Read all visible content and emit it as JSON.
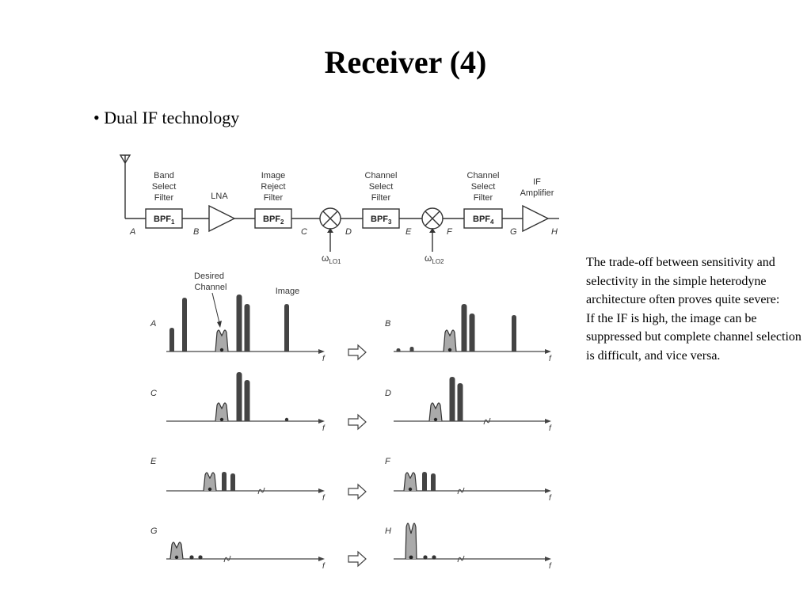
{
  "slide": {
    "title": "Receiver (4)",
    "bullet": "• Dual IF technology"
  },
  "side_text": [
    "The trade-off between sensitivity and selectivity in the simple heterodyne architecture often proves quite severe:",
    "If the IF is high, the image can be suppressed but complete channel selection is difficult, and vice versa."
  ],
  "block_diagram": {
    "blocks": [
      {
        "caption": [
          "Band",
          "Select",
          "Filter"
        ],
        "label": "BPF",
        "sub": "1"
      },
      {
        "caption": [
          "LNA"
        ],
        "label": "",
        "sub": ""
      },
      {
        "caption": [
          "Image",
          "Reject",
          "Filter"
        ],
        "label": "BPF",
        "sub": "2"
      },
      {
        "caption": [
          "Channel",
          "Select",
          "Filter"
        ],
        "label": "BPF",
        "sub": "3"
      },
      {
        "caption": [
          "Channel",
          "Select",
          "Filter"
        ],
        "label": "BPF",
        "sub": "4"
      },
      {
        "caption": [
          "IF",
          "Amplifier"
        ],
        "label": "",
        "sub": ""
      }
    ],
    "nodes": [
      "A",
      "B",
      "C",
      "D",
      "E",
      "F",
      "G",
      "H"
    ],
    "lo_labels": [
      {
        "sym": "ω",
        "sub": "LO1"
      },
      {
        "sym": "ω",
        "sub": "LO2"
      }
    ]
  },
  "spectra": {
    "labels": {
      "desired": [
        "Desired",
        "Channel"
      ],
      "image": "Image"
    },
    "axis_label": "f",
    "panels": [
      "A",
      "B",
      "C",
      "D",
      "E",
      "F",
      "G",
      "H"
    ]
  }
}
